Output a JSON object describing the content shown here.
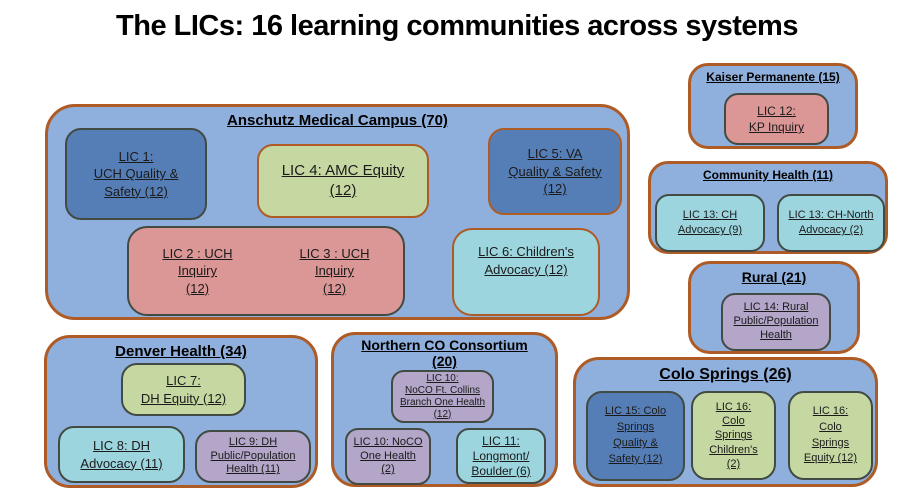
{
  "title": "The LICs: 16 learning communities across systems",
  "colors": {
    "container_fill": "#8FAFDC",
    "container_border": "#AE5B25",
    "inner_border_dark": "#414B43",
    "dark_blue": "#567EB6",
    "green": "#C6D8A2",
    "pink": "#DA9795",
    "teal": "#9DD5DF",
    "purple": "#B3A6C9",
    "text": "#1B1B1B"
  },
  "groups": [
    {
      "name": "anschutz",
      "label": "Anschutz Medical Campus (70)",
      "lics": [
        {
          "name": "lic-1",
          "color": "dark_blue",
          "lines": [
            "LIC 1:",
            "UCH Quality &",
            "Safety (12)"
          ]
        },
        {
          "name": "lic-4",
          "color": "green",
          "lines": [
            "LIC 4: AMC Equity",
            "(12)"
          ]
        },
        {
          "name": "lic-5",
          "color": "dark_blue",
          "lines": [
            "LIC 5: VA",
            "Quality & Safety",
            "(12)"
          ]
        },
        {
          "name": "lic-2-3",
          "color": "pink",
          "lines_left": [
            "LIC 2 : UCH",
            "Inquiry",
            "(12)"
          ],
          "lines_right": [
            "LIC 3 : UCH",
            "Inquiry",
            "(12)"
          ]
        },
        {
          "name": "lic-6",
          "color": "teal",
          "lines": [
            "LIC 6: Children's",
            "Advocacy (12)"
          ]
        }
      ]
    },
    {
      "name": "kaiser",
      "label": "Kaiser Permanente (15)",
      "lics": [
        {
          "name": "lic-12",
          "color": "pink",
          "lines": [
            "LIC 12:",
            "KP Inquiry"
          ]
        }
      ]
    },
    {
      "name": "community-health",
      "label": "Community Health (11)",
      "lics": [
        {
          "name": "lic-13-ch",
          "color": "teal",
          "lines": [
            "LIC 13: CH",
            "Advocacy (9)"
          ]
        },
        {
          "name": "lic-13-ch-north",
          "color": "teal",
          "lines": [
            "LIC 13: CH-North",
            "Advocacy (2)"
          ]
        }
      ]
    },
    {
      "name": "rural",
      "label": "Rural (21)",
      "lics": [
        {
          "name": "lic-14",
          "color": "purple",
          "lines": [
            "LIC 14: Rural",
            "Public/Population",
            "Health"
          ]
        }
      ]
    },
    {
      "name": "denver-health",
      "label": "Denver Health (34)",
      "lics": [
        {
          "name": "lic-7",
          "color": "green",
          "lines": [
            "LIC 7:",
            "DH Equity (12)"
          ]
        },
        {
          "name": "lic-8",
          "color": "teal",
          "lines": [
            "LIC 8: DH",
            "Advocacy (11)"
          ]
        },
        {
          "name": "lic-9",
          "color": "purple",
          "lines": [
            "LIC 9: DH",
            "Public/Population",
            "Health (11)"
          ]
        }
      ]
    },
    {
      "name": "northern-co",
      "label_lines": [
        "Northern CO Consortium",
        "(20)"
      ],
      "lics": [
        {
          "name": "lic-10-ft-collins",
          "color": "purple",
          "lines": [
            "LIC 10:",
            "NoCO Ft. Collins",
            "Branch One Health",
            "(12)"
          ]
        },
        {
          "name": "lic-10-noco",
          "color": "purple",
          "lines": [
            "LIC 10: NoCO",
            "One Health",
            "(2)"
          ]
        },
        {
          "name": "lic-11",
          "color": "teal",
          "lines": [
            "LIC 11:",
            "Longmont/",
            "Boulder (6)"
          ]
        }
      ]
    },
    {
      "name": "colo-springs",
      "label": "Colo Springs (26)",
      "lics": [
        {
          "name": "lic-15",
          "color": "dark_blue",
          "lines": [
            "LIC 15: Colo",
            "Springs",
            "Quality &",
            "Safety (12)"
          ]
        },
        {
          "name": "lic-16-childrens",
          "color": "green",
          "lines": [
            "LIC 16:",
            "Colo",
            "Springs",
            "Children's",
            "(2)"
          ]
        },
        {
          "name": "lic-16-equity",
          "color": "green",
          "lines": [
            "LIC 16:",
            "Colo",
            "Springs",
            "Equity (12)"
          ]
        }
      ]
    }
  ]
}
